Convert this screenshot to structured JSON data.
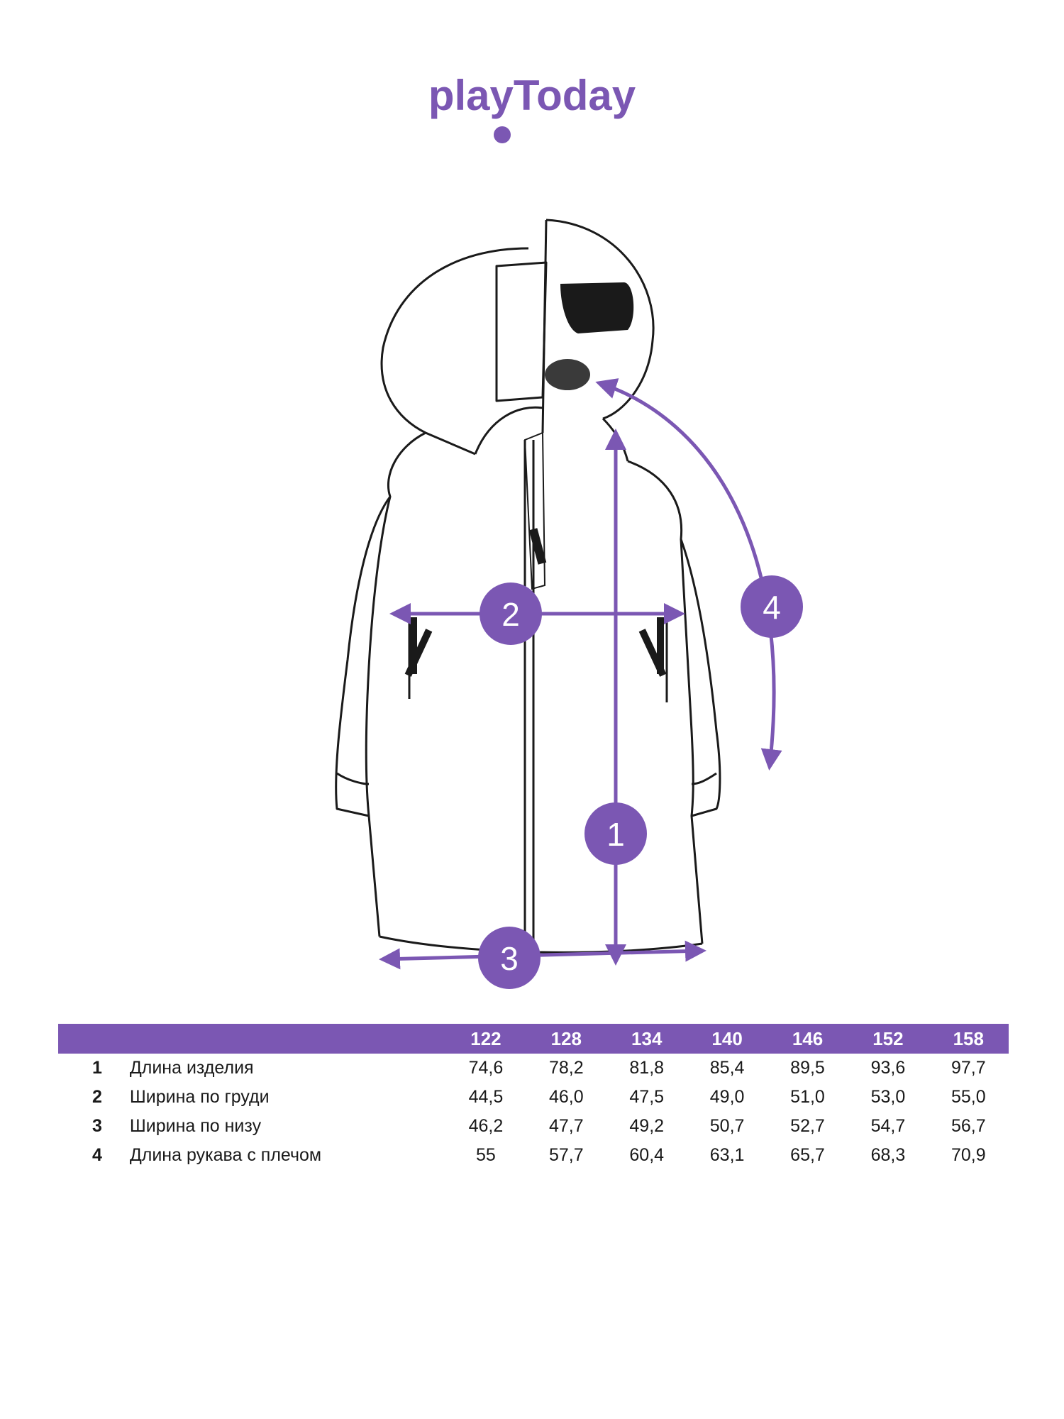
{
  "brand": {
    "name": "playToday",
    "color": "#7b57b3"
  },
  "diagram": {
    "markers": [
      {
        "id": "1",
        "label": "1"
      },
      {
        "id": "2",
        "label": "2"
      },
      {
        "id": "3",
        "label": "3"
      },
      {
        "id": "4",
        "label": "4"
      }
    ]
  },
  "size_table": {
    "sizes": [
      "122",
      "128",
      "134",
      "140",
      "146",
      "152",
      "158"
    ],
    "rows": [
      {
        "num": "1",
        "name": "Длина изделия",
        "values": [
          "74,6",
          "78,2",
          "81,8",
          "85,4",
          "89,5",
          "93,6",
          "97,7"
        ]
      },
      {
        "num": "2",
        "name": "Ширина по груди",
        "values": [
          "44,5",
          "46,0",
          "47,5",
          "49,0",
          "51,0",
          "53,0",
          "55,0"
        ]
      },
      {
        "num": "3",
        "name": "Ширина по низу",
        "values": [
          "46,2",
          "47,7",
          "49,2",
          "50,7",
          "52,7",
          "54,7",
          "56,7"
        ]
      },
      {
        "num": "4",
        "name": "Длина рукава с плечом",
        "values": [
          "55",
          "57,7",
          "60,4",
          "63,1",
          "65,7",
          "68,3",
          "70,9"
        ]
      }
    ]
  }
}
